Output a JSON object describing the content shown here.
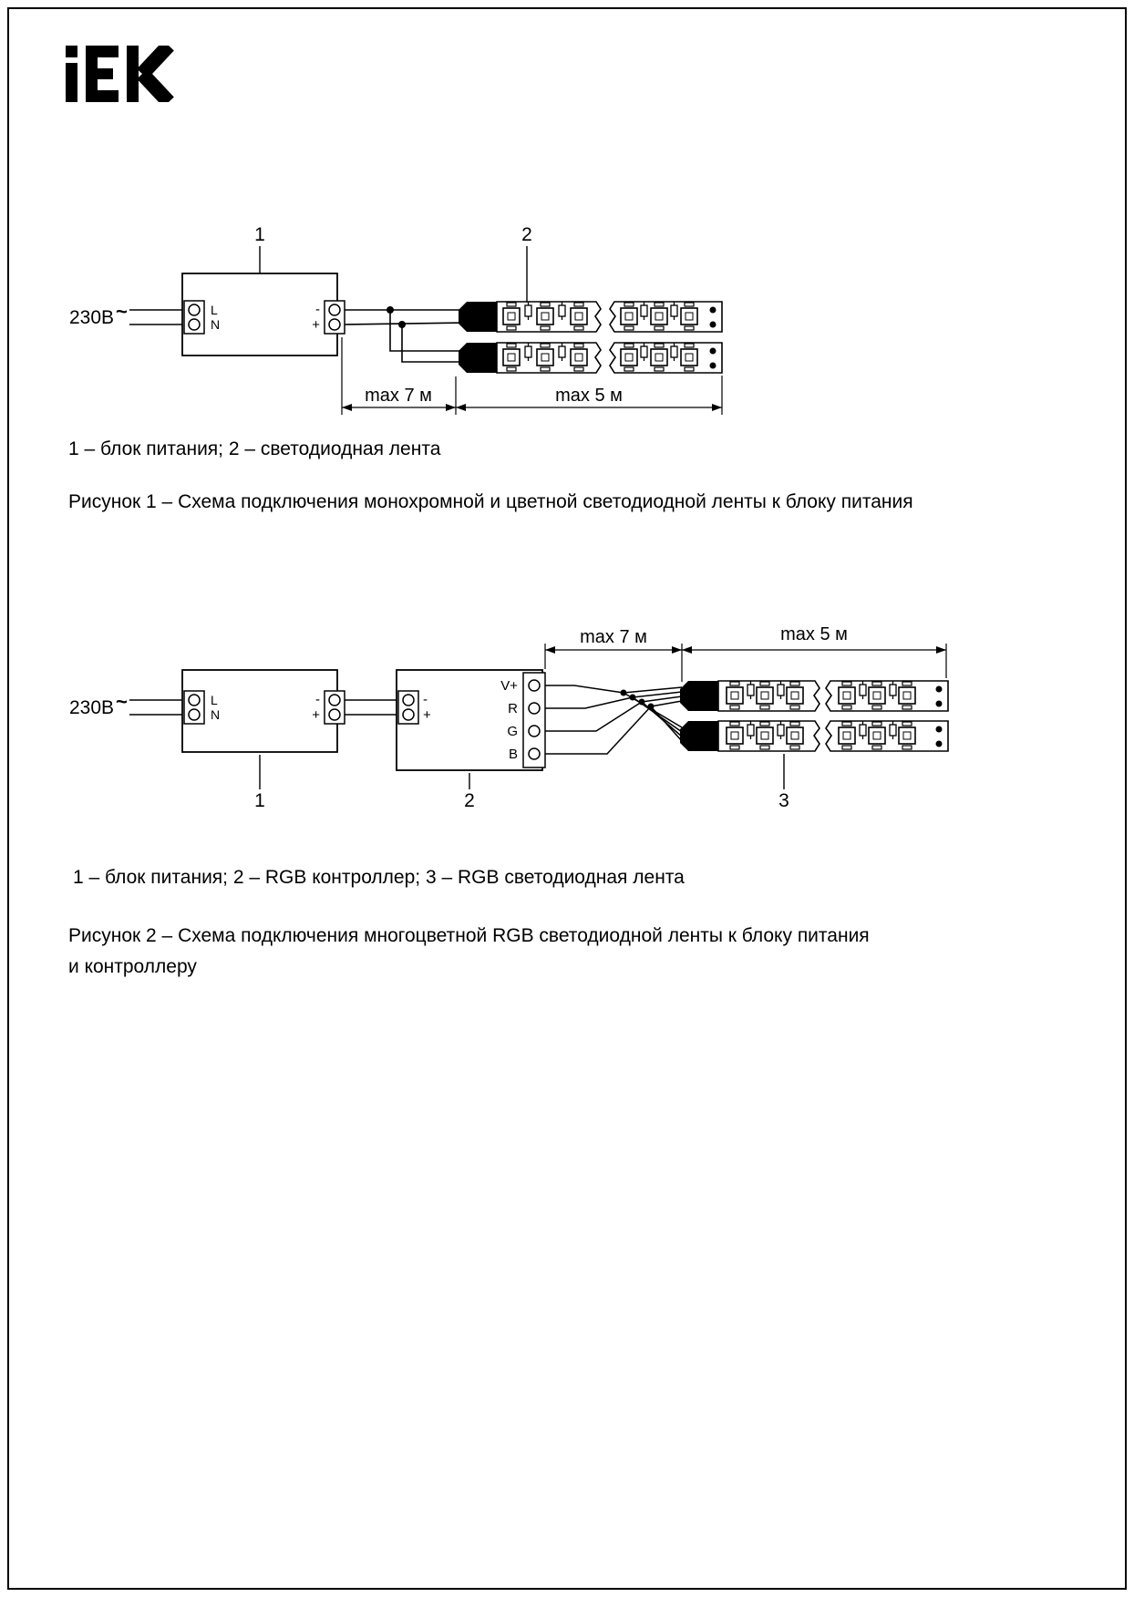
{
  "page": {
    "brand": "IEK"
  },
  "figure1": {
    "pointer_labels": {
      "power_supply": "1",
      "strip": "2"
    },
    "mains": {
      "voltage": "230В",
      "ac": "~"
    },
    "psu_terminals": {
      "line": "L",
      "neutral": "N",
      "minus": "-",
      "plus": "+"
    },
    "dimensions": {
      "wire": "max 7 м",
      "strip": "max 5 м"
    },
    "legend": "1 – блок питания; 2 – светодиодная лента",
    "caption": "Рисунок 1 – Схема подключения монохромной и цветной светодиодной ленты к блоку питания"
  },
  "figure2": {
    "pointer_labels": {
      "power_supply": "1",
      "controller": "2",
      "strip": "3"
    },
    "mains": {
      "voltage": "230В",
      "ac": "~"
    },
    "psu_terminals": {
      "line": "L",
      "neutral": "N",
      "minus": "-",
      "plus": "+"
    },
    "controller_terminals": {
      "in_minus": "-",
      "in_plus": "+",
      "v_plus": "V+",
      "r": "R",
      "g": "G",
      "b": "B"
    },
    "dimensions": {
      "wire": "max 7 м",
      "strip": "max 5 м"
    },
    "legend": "1 – блок питания; 2 – RGB контроллер; 3 – RGB светодиодная лента",
    "caption": "Рисунок 2 – Схема подключения многоцветной RGB светодиодной ленты к блоку питания\nи контроллеру"
  }
}
